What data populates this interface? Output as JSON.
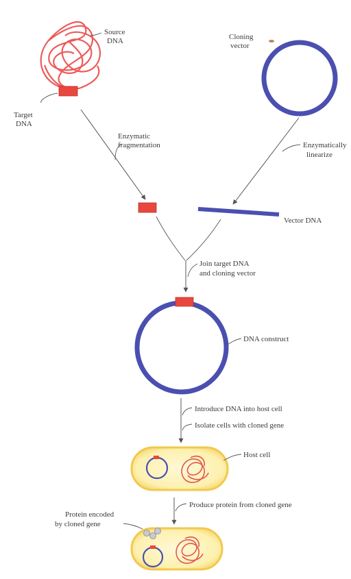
{
  "labels": {
    "source_dna": [
      "Source",
      "DNA"
    ],
    "target_dna": [
      "Target",
      "DNA"
    ],
    "cloning_vector": [
      "Cloning",
      "vector"
    ],
    "enzymatic_fragmentation": [
      "Enzymatic",
      "fragmentation"
    ],
    "enzymatically_linearize": [
      "Enzymatically",
      "linearize"
    ],
    "vector_dna": "Vector DNA",
    "join": [
      "Join target DNA",
      "and cloning vector"
    ],
    "dna_construct": "DNA construct",
    "introduce": "Introduce DNA into host cell",
    "isolate": "Isolate cells with cloned gene",
    "host_cell": "Host cell",
    "produce": "Produce protein from cloned gene",
    "protein": [
      "Protein encoded",
      "by cloned gene"
    ]
  },
  "colors": {
    "source_dna": "#ee5a5a",
    "target_segment": "#e8473f",
    "vector": "#4a4fb0",
    "cell_fill": "#fdf1b0",
    "cell_border": "#f2c94c",
    "protein": "#c9c9cf",
    "arrow": "#555555"
  }
}
